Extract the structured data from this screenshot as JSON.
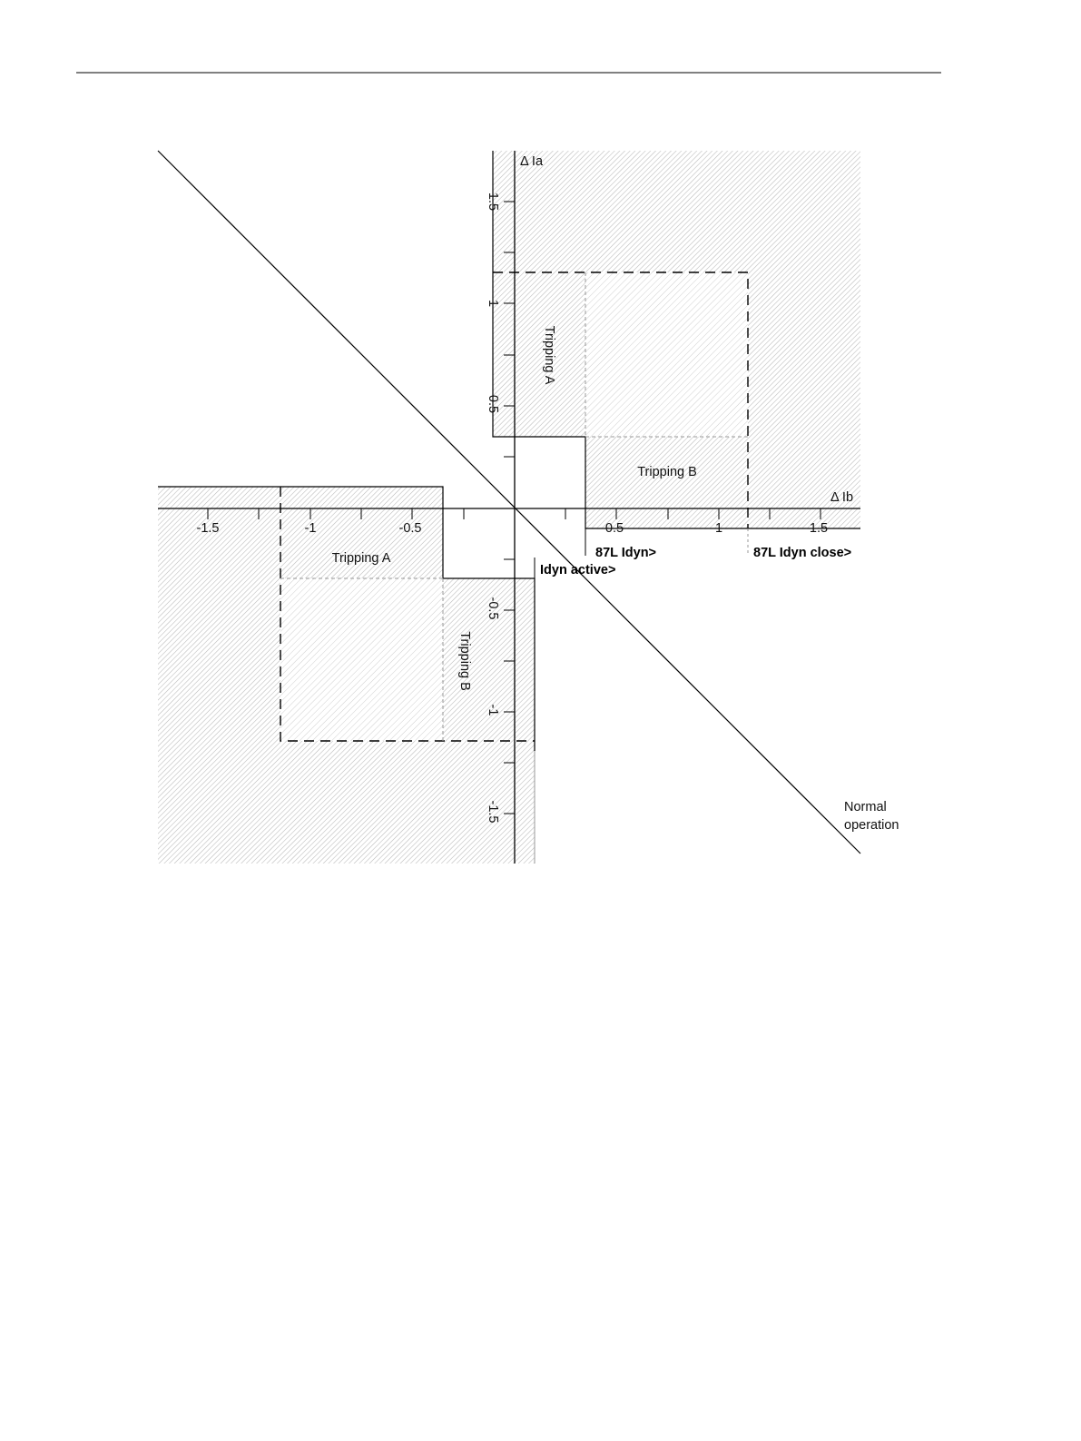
{
  "axes": {
    "x_label": "Δ Ib",
    "y_label": "Δ Ia",
    "x_ticks": [
      "-1.5",
      "-1",
      "-0.5",
      "0.5",
      "1",
      "1.5"
    ],
    "y_ticks_positive": [
      "1.5",
      "1",
      "0.5"
    ],
    "y_ticks_negative": [
      "-0.5",
      "-1",
      "-1.5"
    ]
  },
  "regions": {
    "q1_tripping_a": "Tripping A",
    "q1_tripping_b": "Tripping B",
    "q3_tripping_a": "Tripping A",
    "q3_tripping_b": "Tripping B"
  },
  "thresholds": {
    "idyn": "87L Idyn>",
    "idyn_close": "87L Idyn close>",
    "idyn_active": "Idyn active>"
  },
  "normal_operation": {
    "line1": "Normal",
    "line2": "operation"
  },
  "colors": {
    "hatch": "#b8b8b8",
    "axis": "#000000",
    "inner_dashed": "#9a9a9a"
  }
}
